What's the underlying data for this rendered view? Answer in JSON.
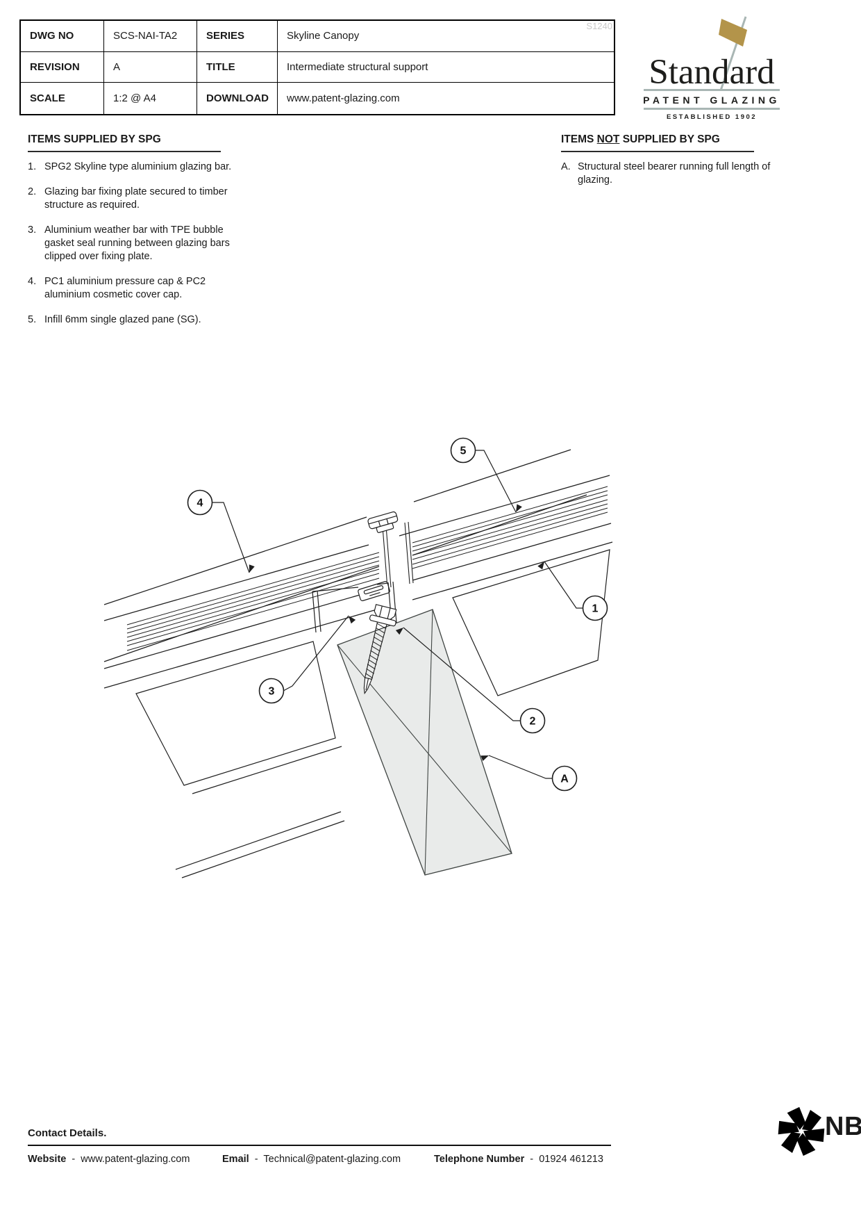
{
  "table": {
    "watermark": "S1240",
    "rows": [
      {
        "label1": "DWG NO",
        "value1": "SCS-NAI-TA2",
        "label2": "SERIES",
        "value2": "Skyline Canopy"
      },
      {
        "label1": "REVISION",
        "value1": "A",
        "label2": "TITLE",
        "value2": "Intermediate structural support"
      },
      {
        "label1": "SCALE",
        "value1": "1:2 @ A4",
        "label2": "DOWNLOAD",
        "value2": "www.patent-glazing.com"
      }
    ]
  },
  "logo": {
    "name": "Standard",
    "subtitle": "PATENT GLAZING",
    "established": "ESTABLISHED 1902",
    "colors": {
      "gold": "#b3944a",
      "gray": "#a9b6b4",
      "text": "#1d1d1b",
      "watermark": "#c9c9c9"
    }
  },
  "sections": {
    "supplied": {
      "title": "ITEMS SUPPLIED BY SPG",
      "items": [
        {
          "num": "1.",
          "text": "SPG2 Skyline type aluminium glazing bar."
        },
        {
          "num": "2.",
          "text": "Glazing bar fixing plate secured to timber structure as required."
        },
        {
          "num": "3.",
          "text": "Aluminium weather bar with TPE bubble gasket seal running between glazing bars clipped over fixing plate."
        },
        {
          "num": "4.",
          "text": "PC1 aluminium pressure cap & PC2 aluminium cosmetic cover cap."
        },
        {
          "num": "5.",
          "text": "Infill 6mm single glazed pane (SG)."
        }
      ]
    },
    "not_supplied": {
      "title_pre": "ITEMS ",
      "title_not": "NOT",
      "title_post": " SUPPLIED BY SPG",
      "items": [
        {
          "num": "A.",
          "text": "Structural steel bearer running full length of glazing."
        }
      ]
    }
  },
  "drawing": {
    "callouts": {
      "c1": "1",
      "c2": "2",
      "c3": "3",
      "c4": "4",
      "c5": "5",
      "cA": "A"
    },
    "line_color": "#1f1f1f",
    "bearer_fill": "#e9ebea"
  },
  "footer": {
    "contact_heading": "Contact Details.",
    "sep": "  -  ",
    "website_label": "Website",
    "website": "www.patent-glazing.com",
    "email_label": "Email",
    "email": "Technical@patent-glazing.com",
    "phone_label": "Telephone Number",
    "phone": "01924 461213",
    "nbs": "NBS"
  }
}
